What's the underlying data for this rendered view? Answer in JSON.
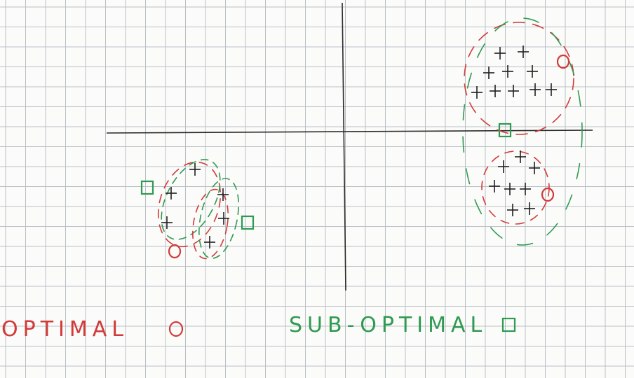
{
  "legend": {
    "optimal_text": "OPTIMAL",
    "suboptimal_text": "SUB-OPTIMAL"
  },
  "colors": {
    "paper": "#fbfbf9",
    "grid": "#b9c0c6",
    "axis": "#2b2b2b",
    "optimal": "#d23a3a",
    "suboptimal": "#2f9a52",
    "point": "#1f1f1f"
  },
  "markers": {
    "optimal_center": "circle",
    "suboptimal_center": "square",
    "data_point": "plus"
  }
}
